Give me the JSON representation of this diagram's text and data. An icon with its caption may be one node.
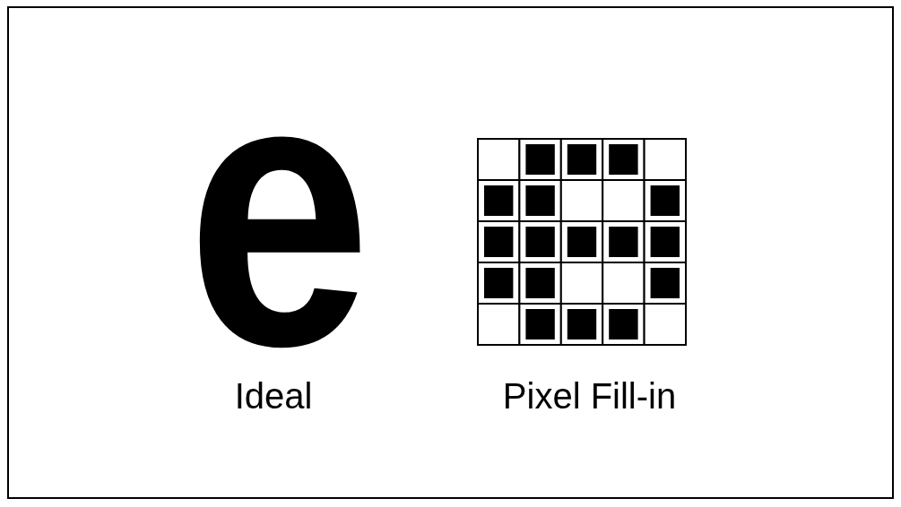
{
  "diagram": {
    "labels": [
      "e",
      "Ideal",
      "Pixel Fill-in"
    ]
  }
}
